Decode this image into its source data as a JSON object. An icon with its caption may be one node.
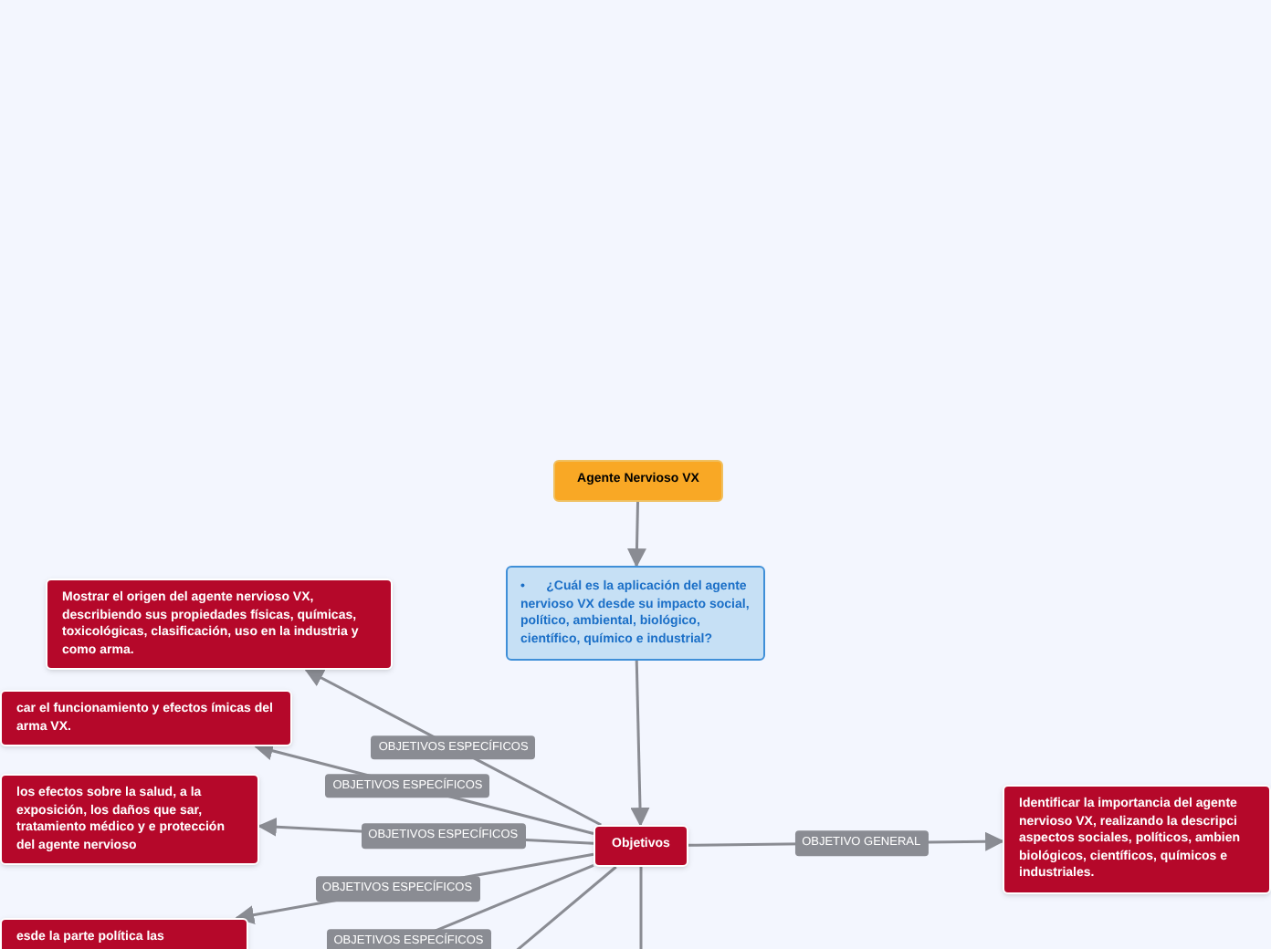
{
  "diagram": {
    "nodes": [
      {
        "text": [
          "Agente Nervioso VX"
        ]
      },
      {
        "text": [
          "•      ¿Cuál es la aplicación del agente nervioso VX desde su impacto social, político, ambiental, biológico, científico, químico e industrial?"
        ]
      },
      {
        "text": [
          "Objetivos"
        ]
      },
      {
        "text": [
          "Mostrar el origen del agente nervioso VX, describiendo sus propiedades físicas, químicas, toxicológicas, clasificación, uso en la industria y como arma."
        ]
      },
      {
        "text": [
          "car el funcionamiento y efectos ímicas del arma VX."
        ]
      },
      {
        "text": [
          "los efectos sobre la salud, a la exposición, los daños que sar, tratamiento médico y e protección del agente nervioso"
        ]
      },
      {
        "text": [
          "esde la parte política las"
        ]
      },
      {
        "text": [
          "Identificar la importancia del agente nervioso VX, realizando la descripci aspectos sociales, políticos, ambien biológicos, científicos, químicos e industriales."
        ]
      }
    ],
    "edges": [
      {
        "from": 0,
        "to": 1,
        "arrow": "to"
      },
      {
        "from": 1,
        "to": 2,
        "arrow": "to"
      },
      {
        "from": 2,
        "to": 3,
        "arrow": "to",
        "label": "OBJETIVOS ESPECÍFICOS"
      },
      {
        "from": 2,
        "to": 4,
        "arrow": "to",
        "label": "OBJETIVOS ESPECÍFICOS"
      },
      {
        "from": 2,
        "to": 5,
        "arrow": "to",
        "label": "OBJETIVOS ESPECÍFICOS"
      },
      {
        "from": 2,
        "to": 6,
        "arrow": "to",
        "label": "OBJETIVOS ESPECÍFICOS"
      },
      {
        "from": 2,
        "to": null,
        "arrow": "none",
        "label": "OBJETIVOS ESPECÍFICOS"
      },
      {
        "from": 2,
        "to": null,
        "arrow": "none"
      },
      {
        "from": 2,
        "to": null,
        "arrow": "none"
      },
      {
        "from": 2,
        "to": 7,
        "arrow": "to",
        "label": "OBJETIVO GENERAL"
      }
    ]
  }
}
